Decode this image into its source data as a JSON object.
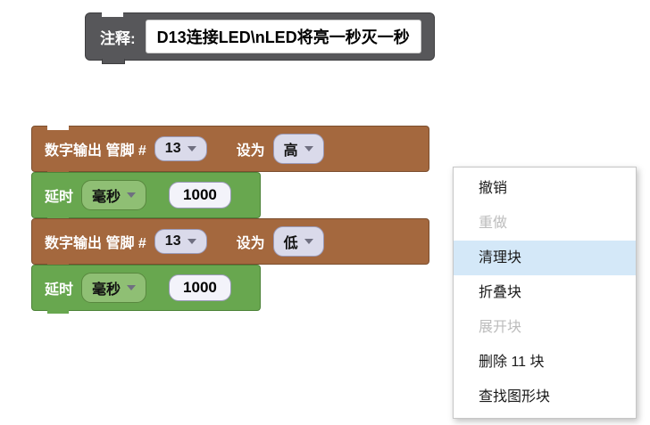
{
  "workspace": {
    "comment_block": {
      "label": "注释:",
      "text": "D13连接LED\\nLED将亮一秒灭一秒"
    },
    "blocks": [
      {
        "type": "digital_write",
        "label1": "数字输出 管脚 #",
        "pin": "13",
        "label2": "设为",
        "level": "高"
      },
      {
        "type": "delay",
        "label": "延时",
        "unit": "毫秒",
        "value": "1000"
      },
      {
        "type": "digital_write",
        "label1": "数字输出 管脚 #",
        "pin": "13",
        "label2": "设为",
        "level": "低"
      },
      {
        "type": "delay",
        "label": "延时",
        "unit": "毫秒",
        "value": "1000"
      }
    ]
  },
  "context_menu": {
    "items": [
      {
        "label": "撤销",
        "enabled": true,
        "highlighted": false
      },
      {
        "label": "重做",
        "enabled": false,
        "highlighted": false
      },
      {
        "label": "清理块",
        "enabled": true,
        "highlighted": true
      },
      {
        "label": "折叠块",
        "enabled": true,
        "highlighted": false
      },
      {
        "label": "展开块",
        "enabled": false,
        "highlighted": false
      },
      {
        "label": "删除 11 块",
        "enabled": true,
        "highlighted": false
      },
      {
        "label": "查找图形块",
        "enabled": true,
        "highlighted": false
      }
    ]
  },
  "colors": {
    "digital_block": "#a4683e",
    "delay_block": "#68a74f",
    "comment_block": "#57575a",
    "field_lavender": "#dadaea",
    "field_green": "#8fbf74",
    "field_number": "#f3f3fa",
    "menu_highlight": "#d4e8f8",
    "menu_disabled_text": "#bcbcbc"
  }
}
